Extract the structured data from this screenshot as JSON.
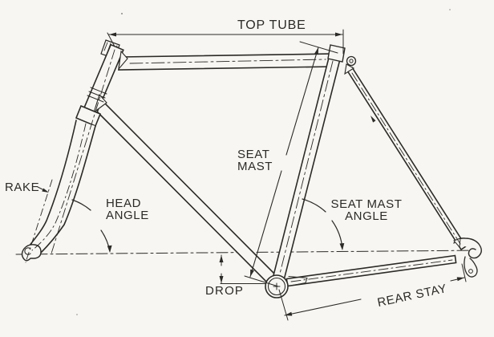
{
  "diagram": {
    "subject": "bicycle-frame-geometry",
    "labels": {
      "top_tube": "TOP TUBE",
      "seat_mast_line1": "SEAT",
      "seat_mast_line2": "MAST",
      "head_angle_line1": "HEAD",
      "head_angle_line2": "ANGLE",
      "seat_mast_angle_line1": "SEAT MAST",
      "seat_mast_angle_line2": "ANGLE",
      "rake": "RAKE",
      "drop": "DROP",
      "rear_stay": "REAR STAY"
    },
    "colors": {
      "background": "#f7f6f2",
      "ink": "#2b2a27"
    }
  }
}
